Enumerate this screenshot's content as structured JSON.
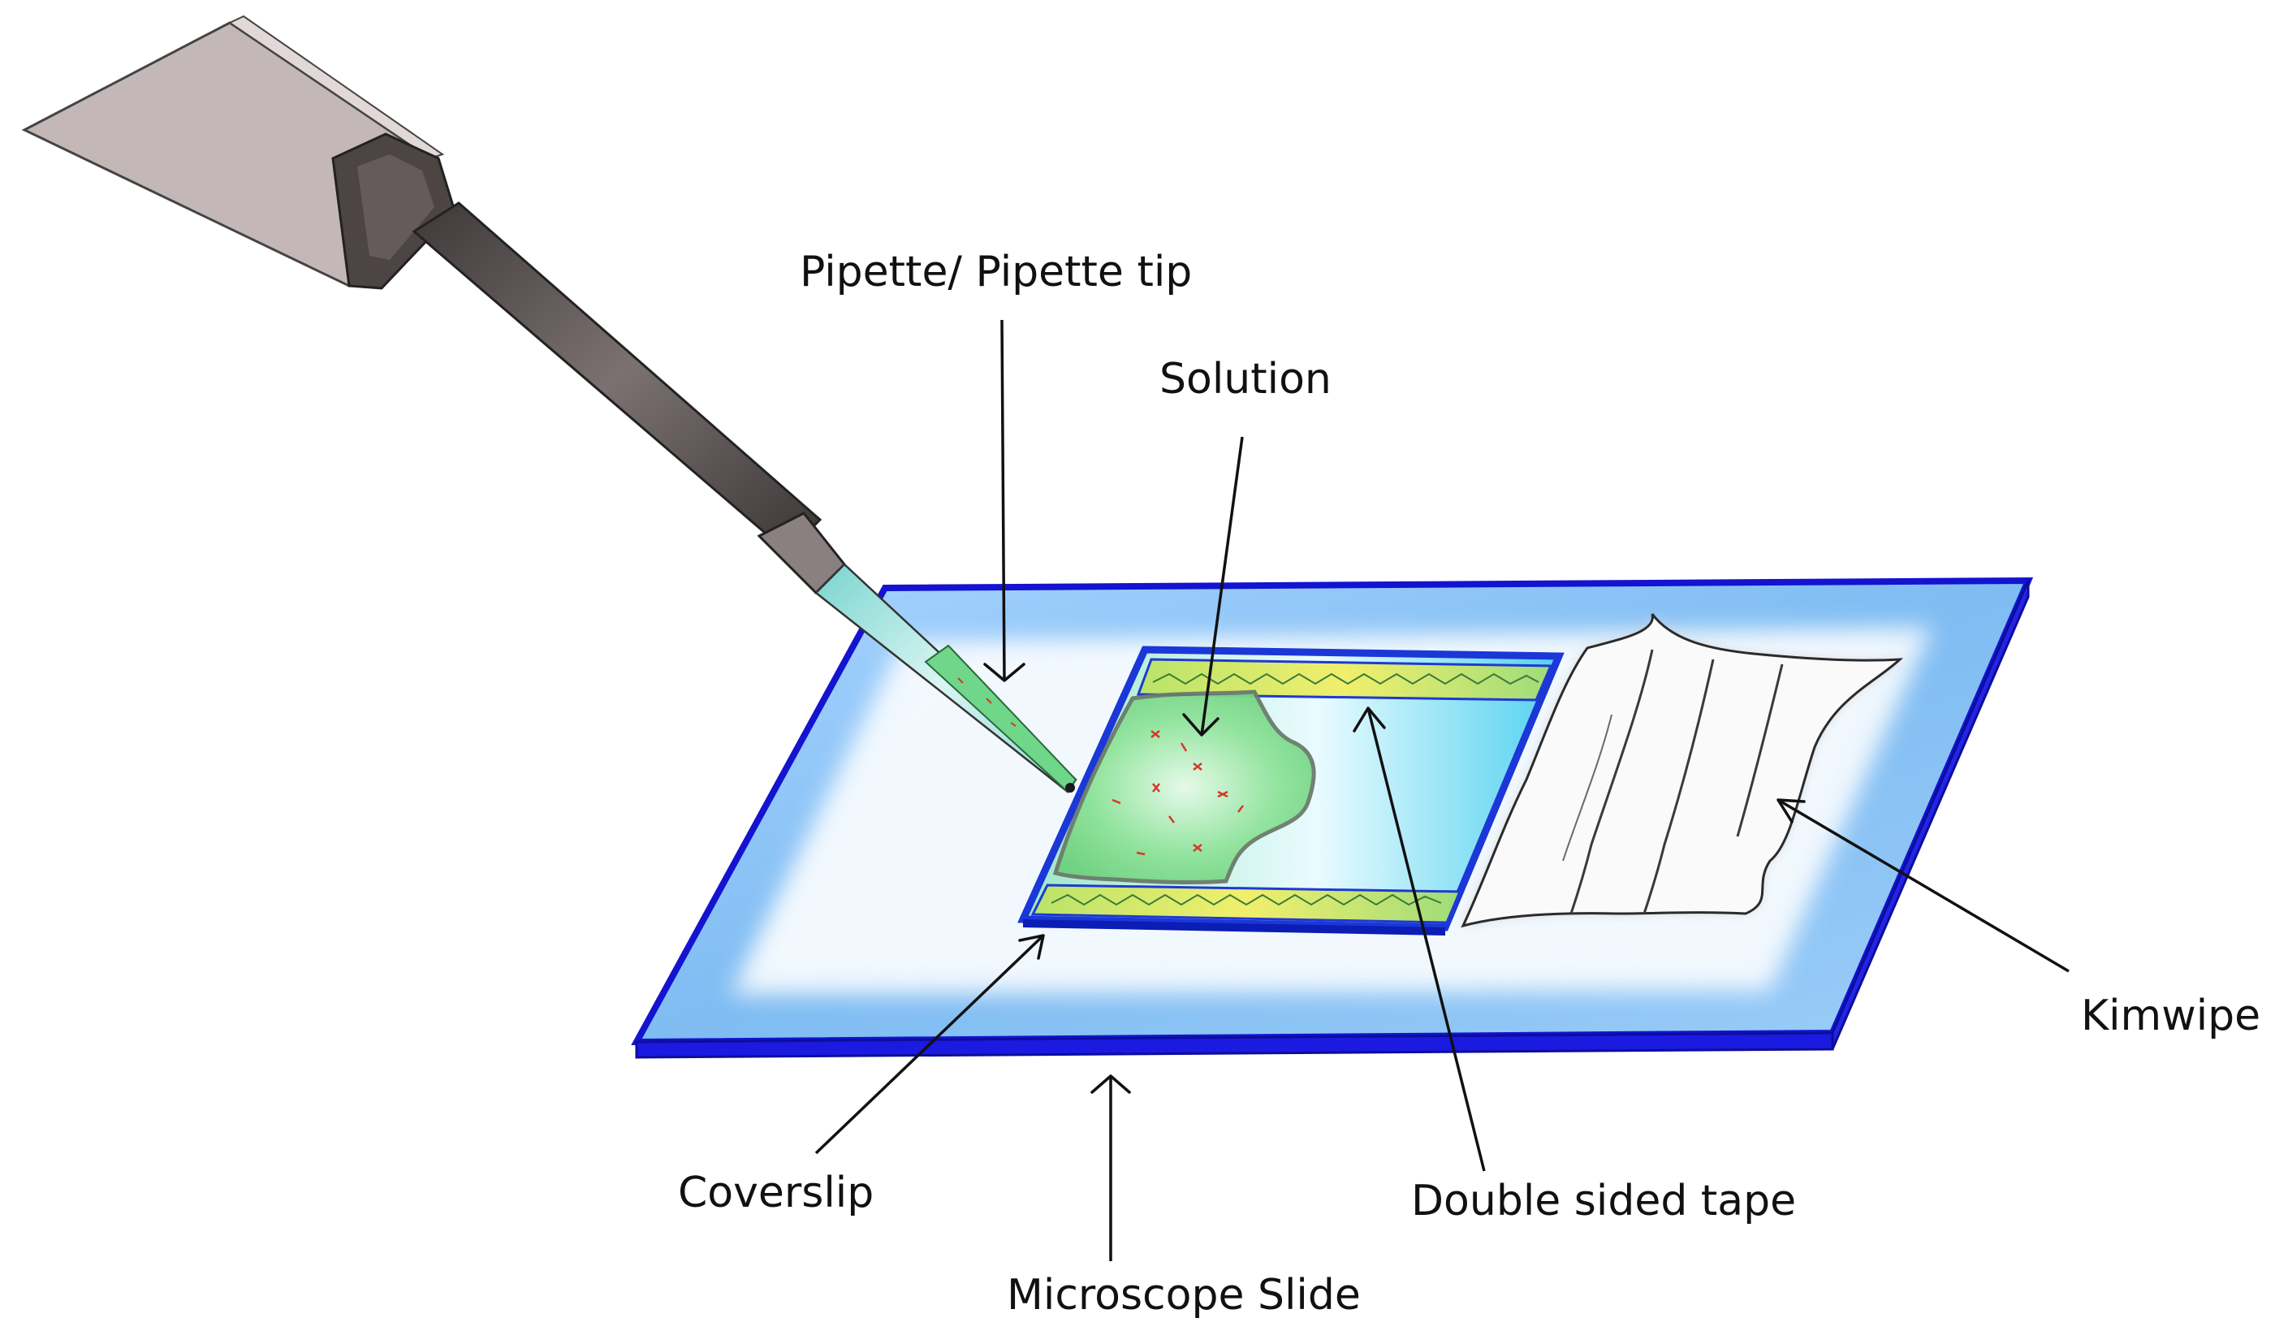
{
  "labels": {
    "pipette": "Pipette/ Pipette tip",
    "solution": "Solution",
    "kimwipe": "Kimwipe",
    "coverslip": "Coverslip",
    "tape": "Double sided tape",
    "slide": "Microscope Slide"
  },
  "colors": {
    "slide_edge": "#1515d6",
    "slide_fill": "#8cc4f5",
    "tape": "#d9e85a",
    "solution": "#7ddc86",
    "pipette_body": "#5f5656",
    "pipette_handle": "#c5b8b8",
    "pipette_tip": "#aee6e2",
    "kimwipe": "#f4f4f4"
  }
}
